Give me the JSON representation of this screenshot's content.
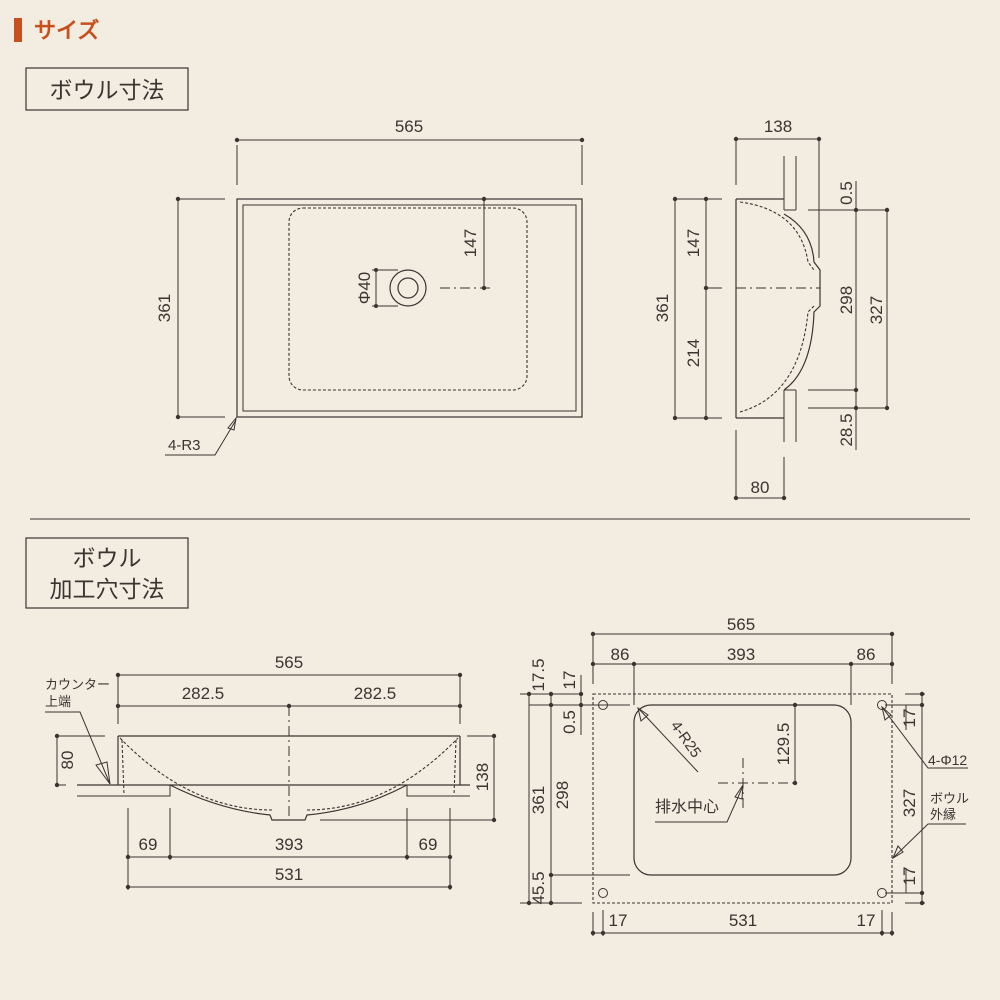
{
  "header": {
    "title": "サイズ",
    "accent_color": "#c8501e"
  },
  "sections": {
    "bowl_dimensions": "ボウル寸法",
    "cutout_line1": "ボウル",
    "cutout_line2": "加工穴寸法"
  },
  "plan_view": {
    "width": "565",
    "depth": "361",
    "drain_offset": "147",
    "drain_dia": "Φ40",
    "corner_radius": "4-R3"
  },
  "side_view": {
    "height": "138",
    "d147": "147",
    "d214": "214",
    "d361": "361",
    "d05": "0.5",
    "d298": "298",
    "d327": "327",
    "d285": "28.5",
    "d80": "80"
  },
  "section_view": {
    "width": "565",
    "half_left": "282.5",
    "half_right": "282.5",
    "counter_label1": "カウンター",
    "counter_label2": "上端",
    "above_counter": "80",
    "height": "138",
    "left69": "69",
    "mid393": "393",
    "right69": "69",
    "total531": "531"
  },
  "cutout_view": {
    "width": "565",
    "left86": "86",
    "mid393": "393",
    "right86": "86",
    "d175": "17.5",
    "d17top": "17",
    "d05": "0.5",
    "d361": "361",
    "d298": "298",
    "d455": "45.5",
    "d1295": "129.5",
    "radius": "4-R25",
    "drain_center": "排水中心",
    "r17top": "17",
    "r327": "327",
    "r17bot": "17",
    "holes": "4-Φ12",
    "outer_edge1": "ボウル",
    "outer_edge2": "外縁",
    "b17left": "17",
    "b531": "531",
    "b17right": "17"
  }
}
